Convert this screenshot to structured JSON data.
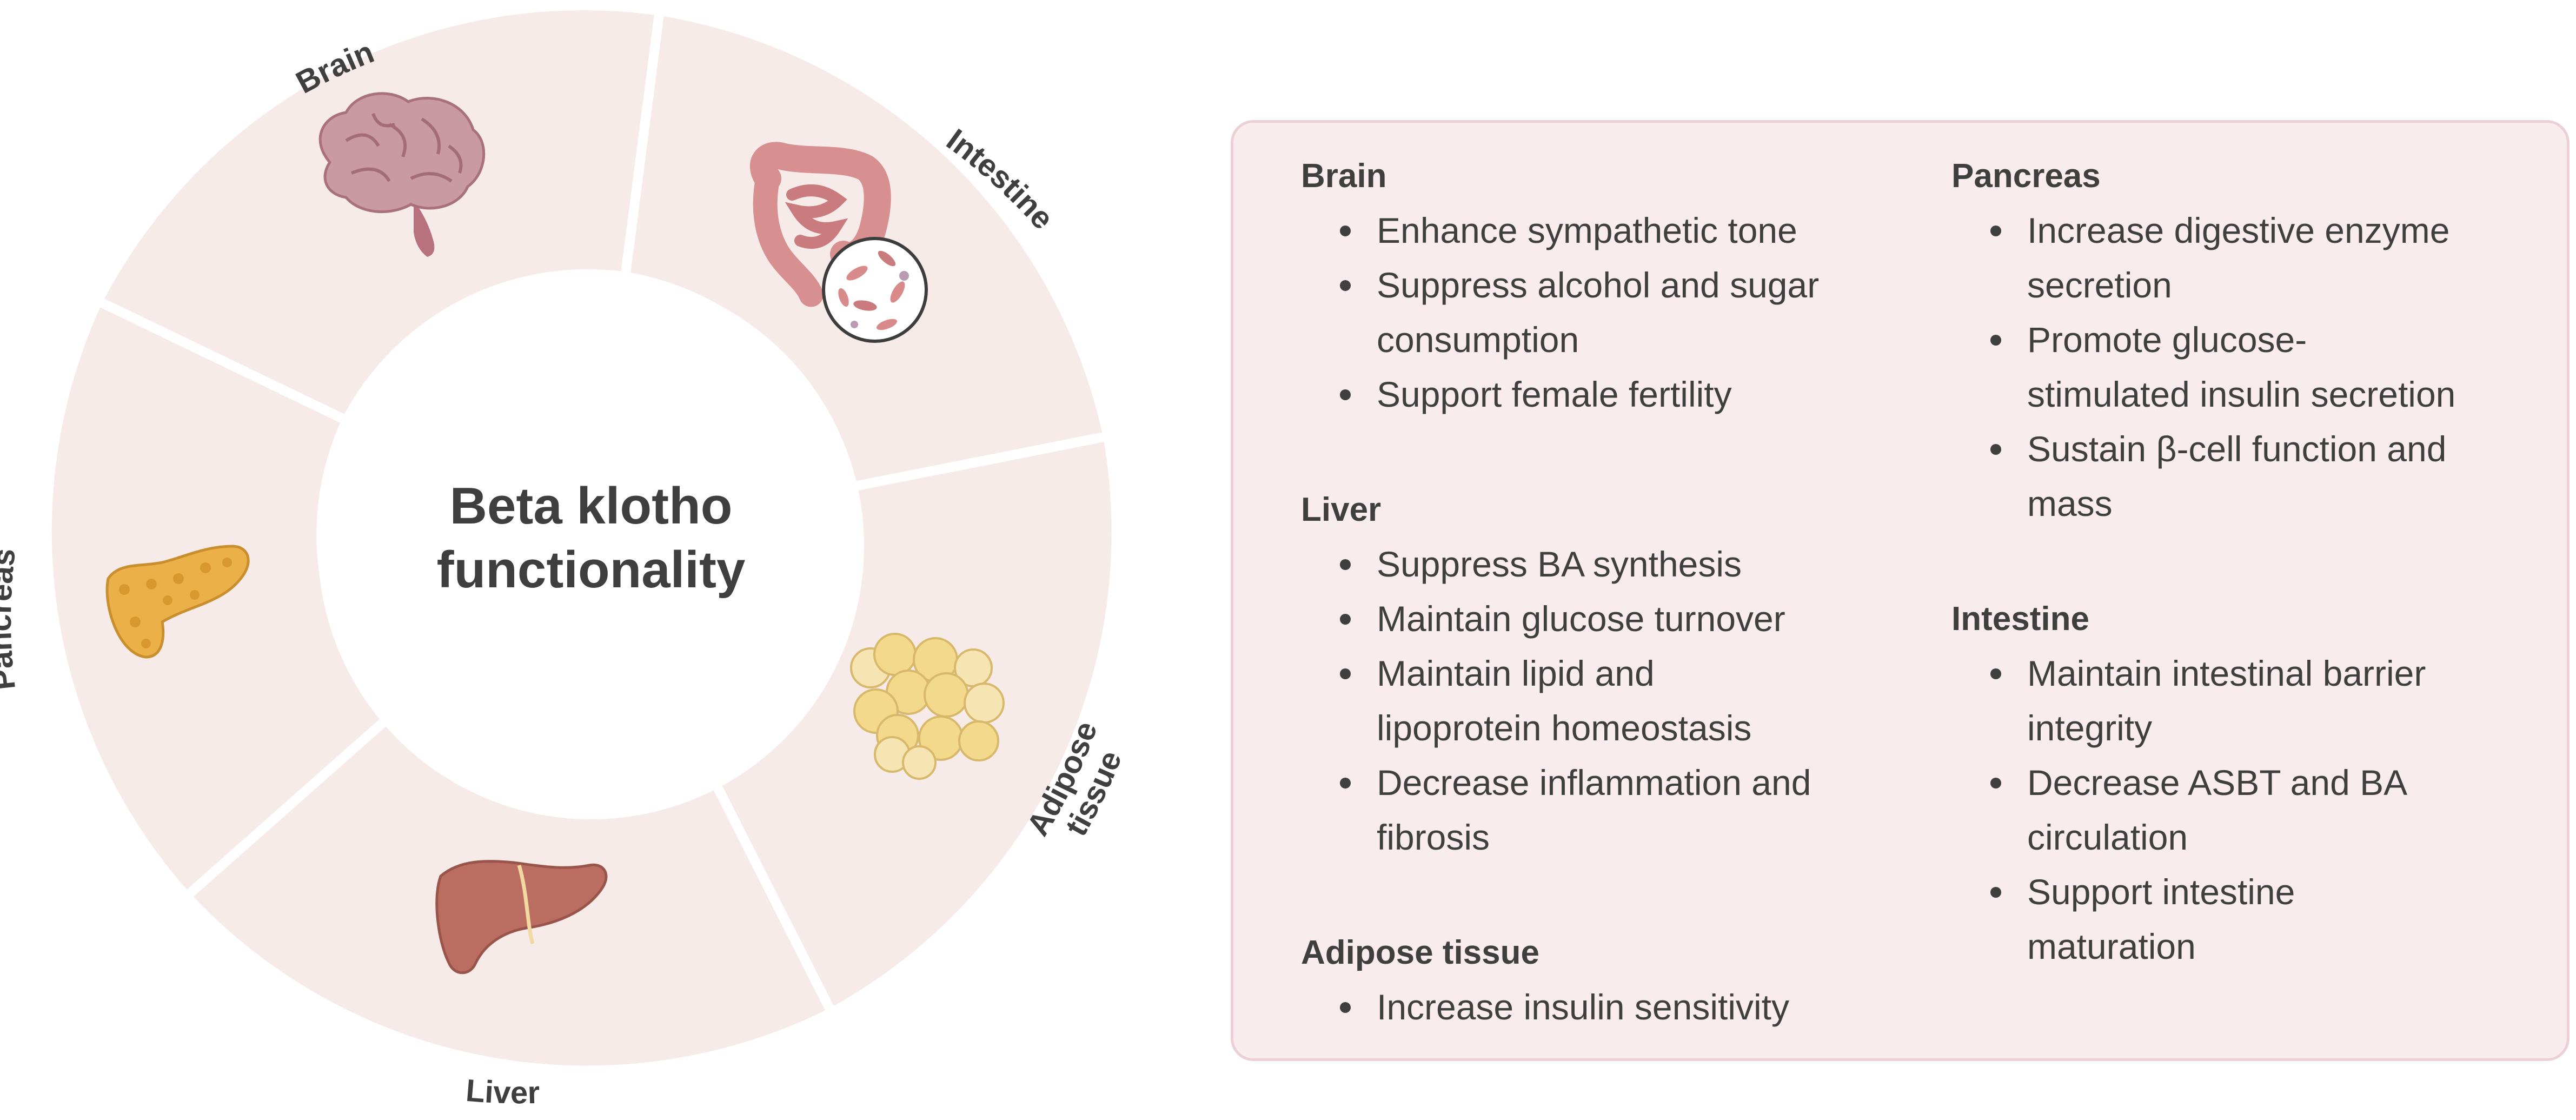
{
  "center": {
    "line1": "Beta klotho",
    "line2": "functionality"
  },
  "segments": [
    {
      "id": "brain",
      "label": "Brain",
      "icon": "brain-icon"
    },
    {
      "id": "intestine",
      "label": "Intestine",
      "icon": "intestine-icon"
    },
    {
      "id": "adipose",
      "label_line1": "Adipose",
      "label_line2": "tissue",
      "icon": "adipose-icon"
    },
    {
      "id": "liver",
      "label": "Liver",
      "icon": "liver-icon"
    },
    {
      "id": "pancreas",
      "label": "Pancreas",
      "icon": "pancreas-icon"
    }
  ],
  "panel": {
    "left": [
      {
        "title": "Brain",
        "items": [
          [
            "Enhance sympathetic tone"
          ],
          [
            "Suppress alcohol and sugar",
            "consumption"
          ],
          [
            "Support female fertility"
          ]
        ]
      },
      {
        "title": "Liver",
        "items": [
          [
            "Suppress BA synthesis"
          ],
          [
            "Maintain glucose turnover"
          ],
          [
            "Maintain lipid and",
            "lipoprotein homeostasis"
          ],
          [
            "Decrease inflammation and",
            "fibrosis"
          ]
        ]
      },
      {
        "title": "Adipose tissue",
        "items": [
          [
            "Increase insulin sensitivity"
          ]
        ]
      }
    ],
    "right": [
      {
        "title": "Pancreas",
        "items": [
          [
            "Increase digestive enzyme",
            "secretion"
          ],
          [
            "Promote glucose-",
            "stimulated insulin secretion"
          ],
          [
            "Sustain β-cell function and",
            "mass"
          ]
        ]
      },
      {
        "title": "Intestine",
        "items": [
          [
            "Maintain intestinal barrier",
            "integrity"
          ],
          [
            "Decrease ASBT and BA",
            "circulation"
          ],
          [
            "Support intestine",
            "maturation"
          ]
        ]
      }
    ]
  },
  "colors": {
    "ring": "#f6ebe8",
    "panel_bg": "#f9ecef",
    "panel_border": "#ecd0d6",
    "text": "#3f3f3f"
  }
}
